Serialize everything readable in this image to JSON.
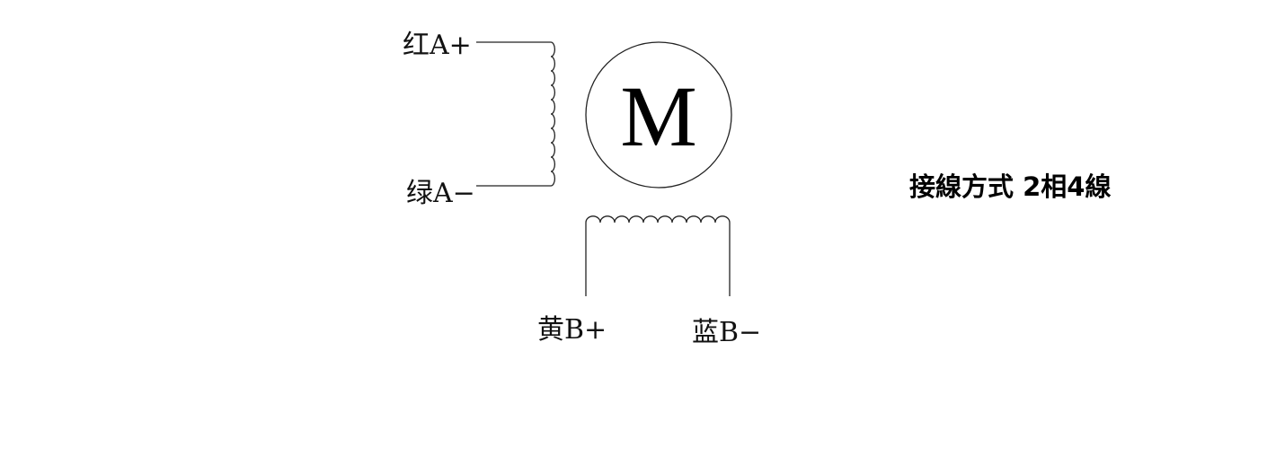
{
  "motor": {
    "symbol": "M"
  },
  "coil_a": {
    "plus_label": "红A+",
    "minus_label": "绿A−",
    "turns": 10
  },
  "coil_b": {
    "plus_label": "黄B+",
    "minus_label": "蓝B−",
    "turns": 10
  },
  "caption": "接線方式 2相4線"
}
